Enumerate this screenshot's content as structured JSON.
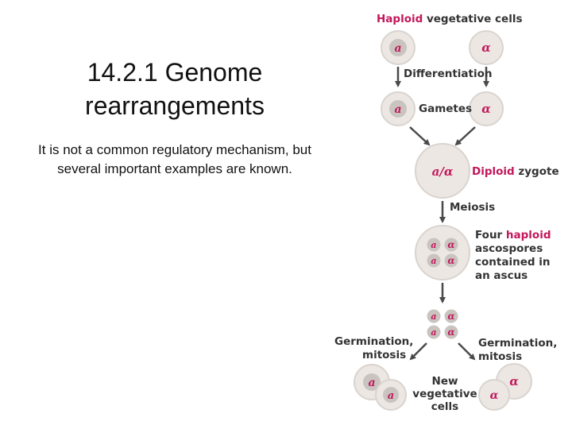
{
  "slide": {
    "title": "14.2.1 Genome rearrangements",
    "body": "It is not a common regulatory mechanism, but several important examples are known."
  },
  "diagram": {
    "top_label": {
      "highlight": "Haploid",
      "rest": " vegetative cells"
    },
    "differentiation": "Differentiation",
    "gametes": "Gametes",
    "diploid": {
      "alleles": "a/α",
      "highlight": "Diploid",
      "rest": " zygote"
    },
    "meiosis": "Meiosis",
    "ascospores": {
      "line1_prefix": "Four ",
      "line1_highlight": "haploid",
      "line2": "ascospores",
      "line3": "contained in",
      "line4": "an ascus"
    },
    "germination_left": {
      "line1": "Germination,",
      "line2": "mitosis"
    },
    "germination_right": {
      "line1": "Germination,",
      "line2": "mitosis"
    },
    "new_cells": {
      "line1": "New",
      "line2": "vegetative",
      "line3": "cells"
    },
    "mating_a": "a",
    "mating_alpha": "α",
    "colors": {
      "highlight": "#c2185b",
      "cell_fill": "#ece7e2",
      "cell_edge": "#d9d4cf",
      "nucleus": "#c9c4bf",
      "text": "#333333"
    }
  }
}
